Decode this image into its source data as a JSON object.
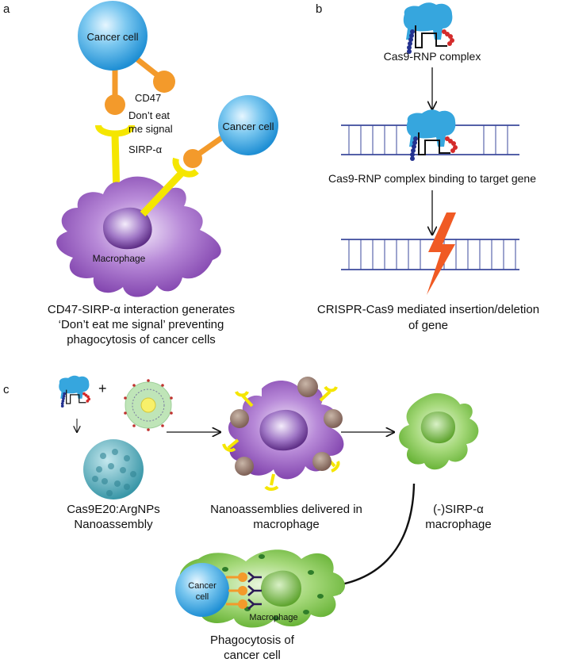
{
  "panel_a": {
    "label": "a",
    "cancer_cell_1": "Cancer cell",
    "cancer_cell_2": "Cancer cell",
    "cd47": "CD47",
    "signal_line1": "Don’t eat",
    "signal_line2": "me signal",
    "sirp": "SIRP-α",
    "macrophage": "Macrophage",
    "caption_line1": "CD47-SIRP-α interaction generates",
    "caption_line2": "‘Don’t eat me signal’ preventing",
    "caption_line3": "phagocytosis of cancer cells"
  },
  "panel_b": {
    "label": "b",
    "step1": "Cas9-RNP complex",
    "step2": "Cas9-RNP complex binding to target gene",
    "step3_line1": "CRISPR-Cas9 mediated insertion/deletion",
    "step3_line2": "of gene"
  },
  "panel_c": {
    "label": "c",
    "plus": "+",
    "nano_line1": "Cas9E20:ArgNPs",
    "nano_line2": "Nanoassembly",
    "delivered_line1": "Nanoassemblies delivered in",
    "delivered_line2": "macrophage",
    "sirp_neg_line1": "(-)SIRP-α",
    "sirp_neg_line2": "macrophage",
    "cancer_cell_line1": "Cancer",
    "cancer_cell_line2": "cell",
    "macrophage": "Macrophage",
    "phago_line1": "Phagocytosis of",
    "phago_line2": "cancer cell"
  },
  "colors": {
    "cancer_cell": "#3aa6e0",
    "cd47": "#f39a2b",
    "sirp": "#f5e600",
    "macrophage": "#8a4db3",
    "green_macrophage": "#7dc24a",
    "dna": "#3b4a9c",
    "cas9": "#34a4dc",
    "lightning": "#f05a24"
  }
}
